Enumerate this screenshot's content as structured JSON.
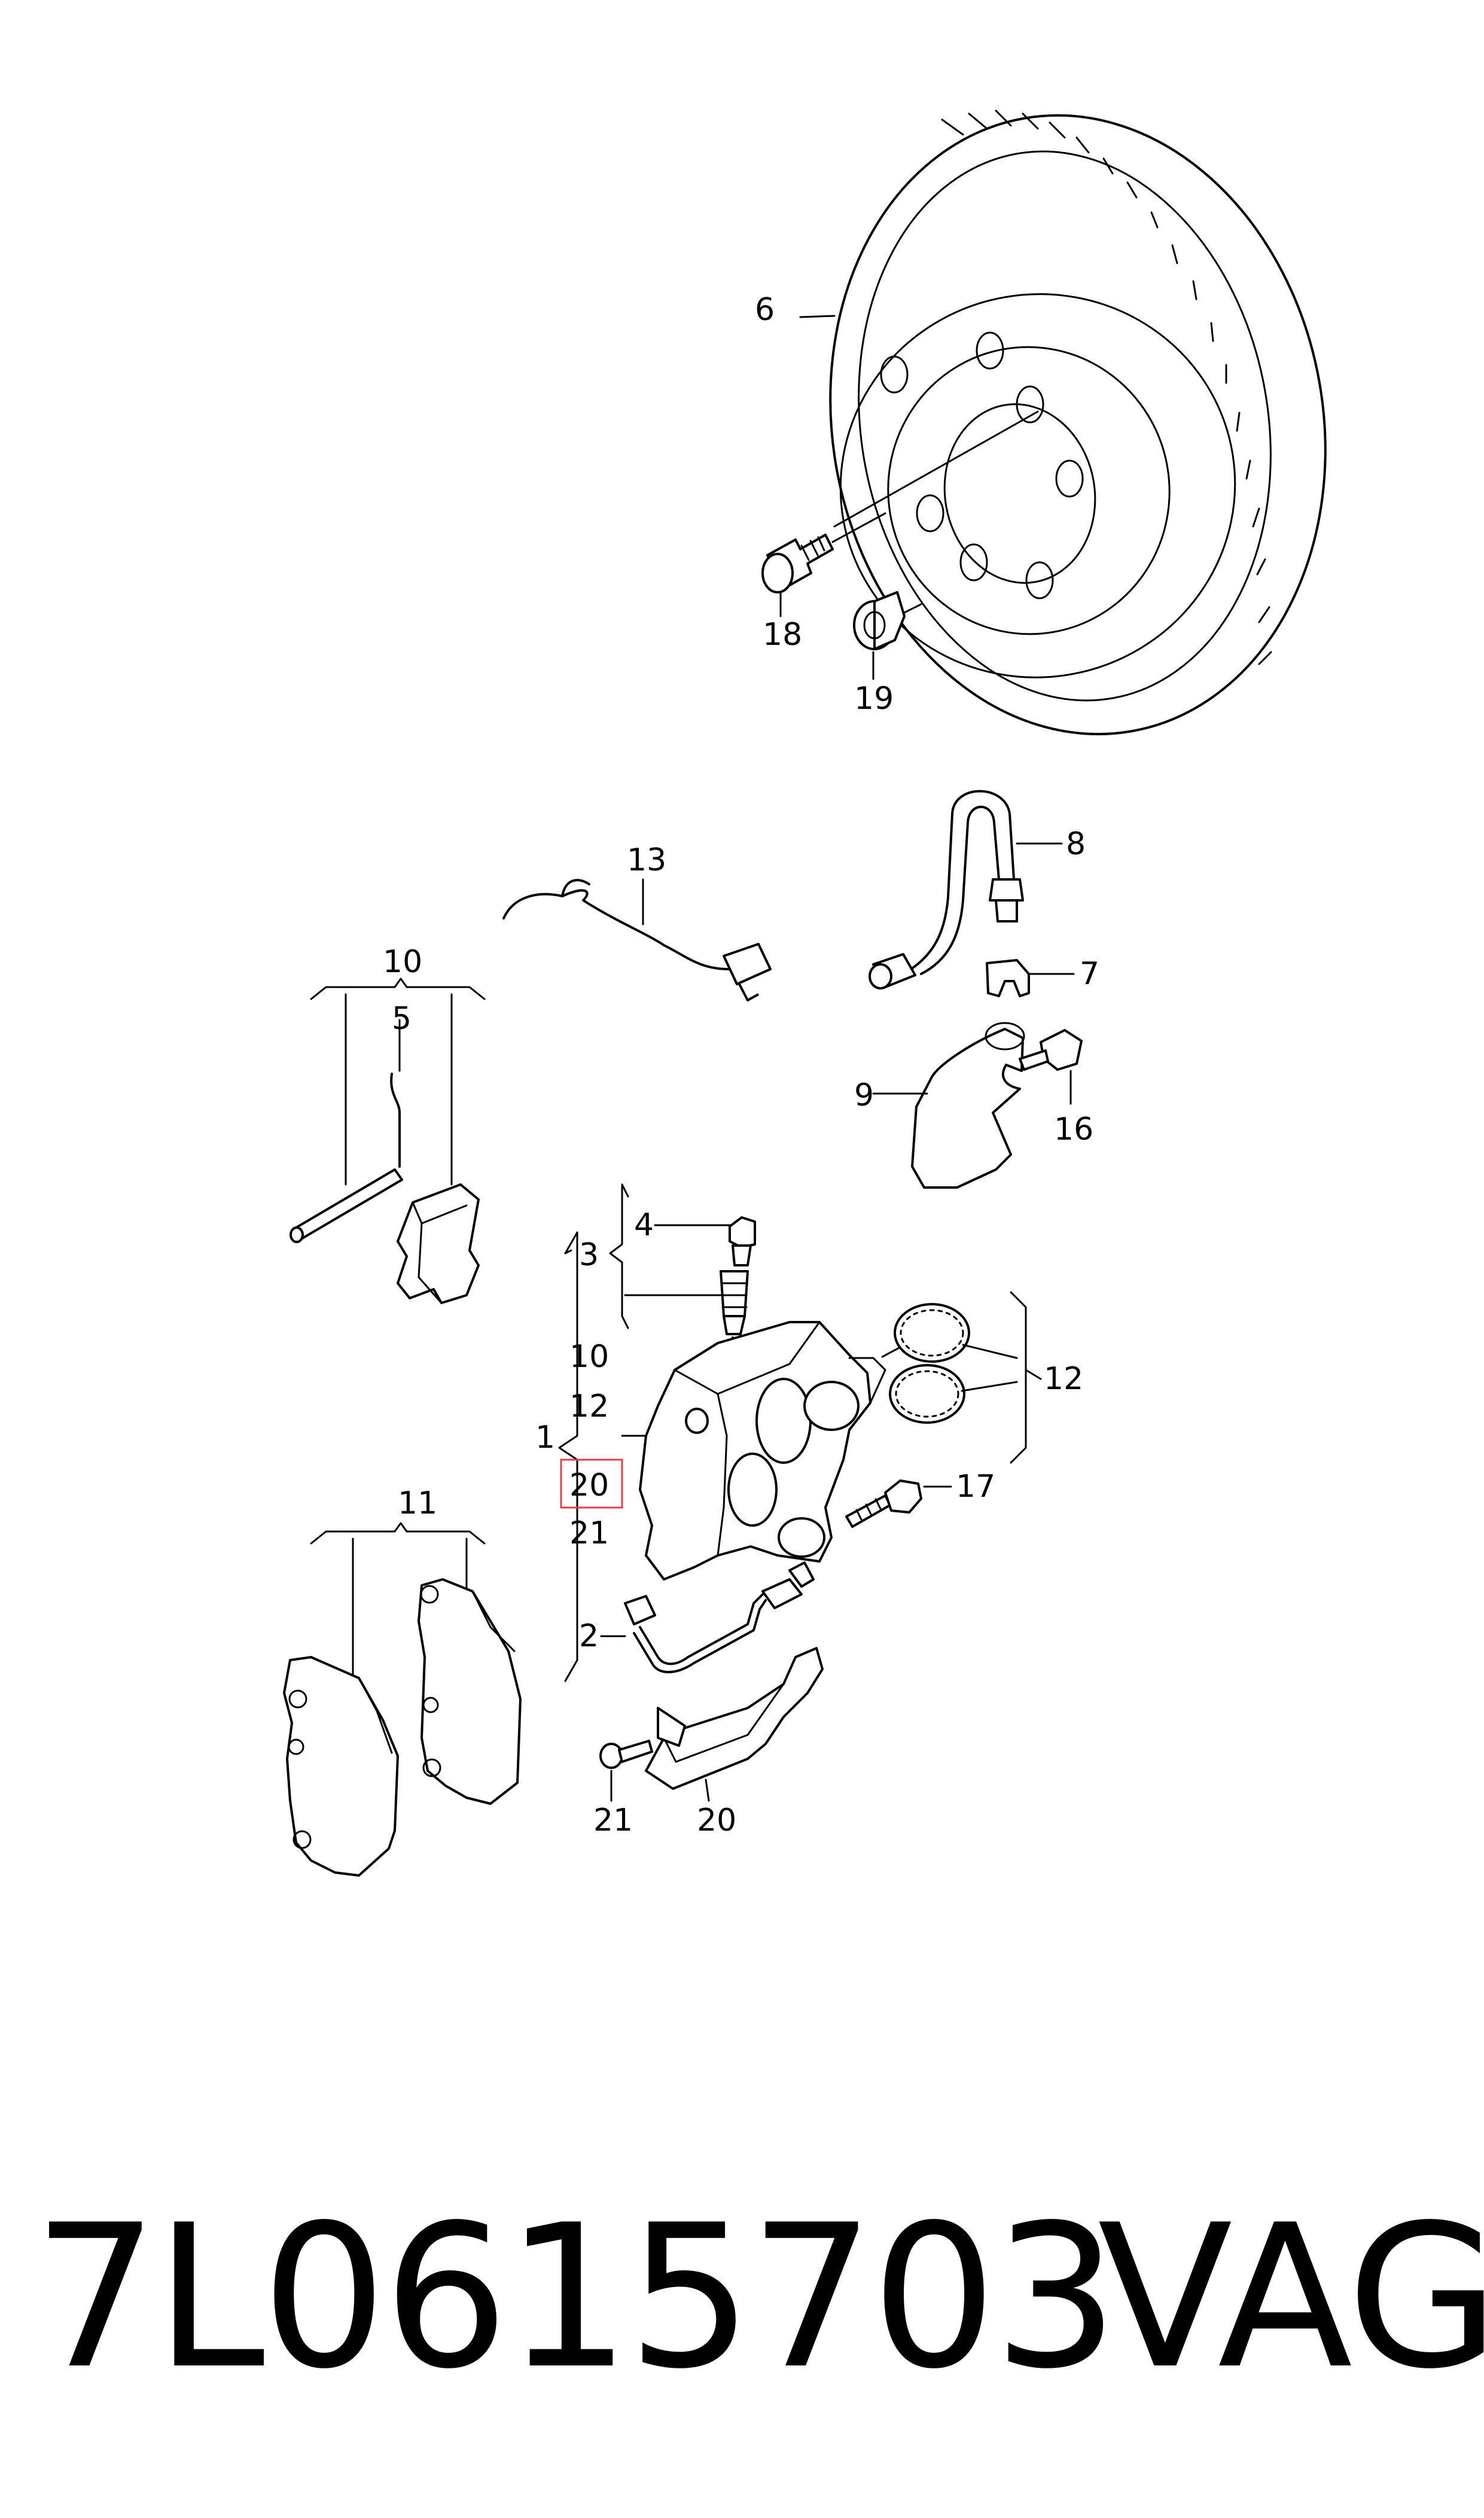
{
  "diagram": {
    "callouts": {
      "c1": "1",
      "c2": "2",
      "c3": "3",
      "c4": "4",
      "c5": "5",
      "c6": "6",
      "c7": "7",
      "c8": "8",
      "c9": "9",
      "c10_group_pins": "10",
      "c10_caliper_list": "10",
      "c11_group_pads": "11",
      "c12_caliper_list": "12",
      "c12_group_seals": "12",
      "c13": "13",
      "c16": "16",
      "c17": "17",
      "c18": "18",
      "c19": "19",
      "c20_highlighted": "20",
      "c20_bracket": "20",
      "c21_caliper_list": "21",
      "c21_screw": "21"
    },
    "highlight_color": "#e0424a"
  },
  "footer": {
    "part_number": "7L0615703",
    "brand": "VAG"
  }
}
